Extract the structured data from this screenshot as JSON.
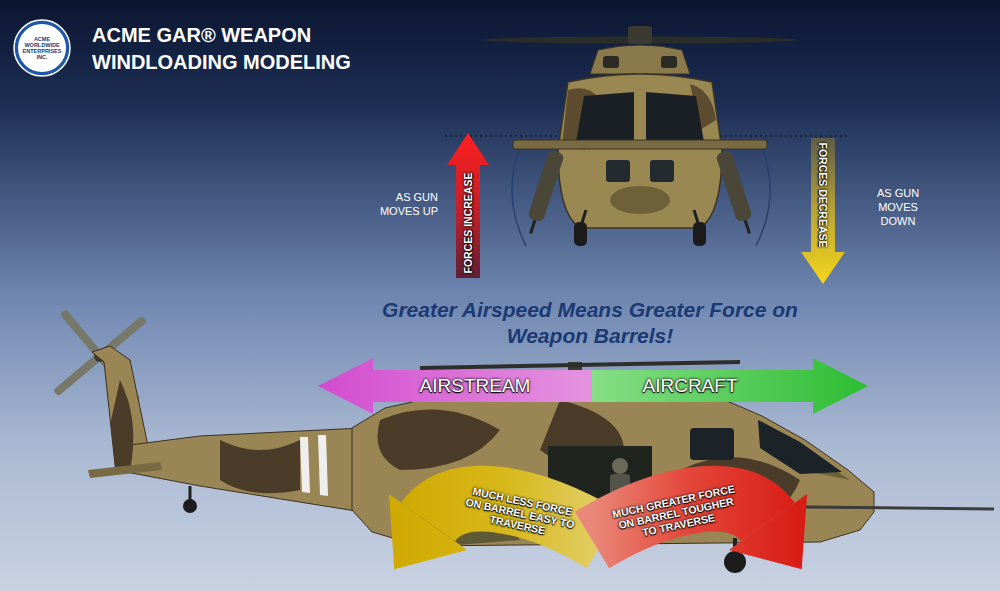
{
  "diagram": {
    "title": "ACME GAR® WEAPON WINDLOADING MODELING",
    "nodes": [
      {
        "text": [
          "ACME WORLDWIDE ENTERPRISES INC."
        ]
      },
      {
        "text": [
          "FORCES INCREASE"
        ]
      },
      {
        "text": [
          "FORCES DECREASE"
        ]
      },
      {
        "text": [
          "AIRSTREAM"
        ]
      },
      {
        "text": [
          "AIRCRAFT"
        ]
      },
      {
        "text": [
          "MUCH LESS FORCE ON BARREL EASY TO TRAVERSE"
        ]
      },
      {
        "text": [
          "MUCH GREATER FORCE ON BARREL TOUGHER TO TRAVERSE"
        ]
      }
    ],
    "labels": [
      "AS GUN MOVES UP",
      "AS GUN MOVES DOWN",
      "Greater Airspeed Means Greater Force on Weapon Barrels!"
    ]
  }
}
